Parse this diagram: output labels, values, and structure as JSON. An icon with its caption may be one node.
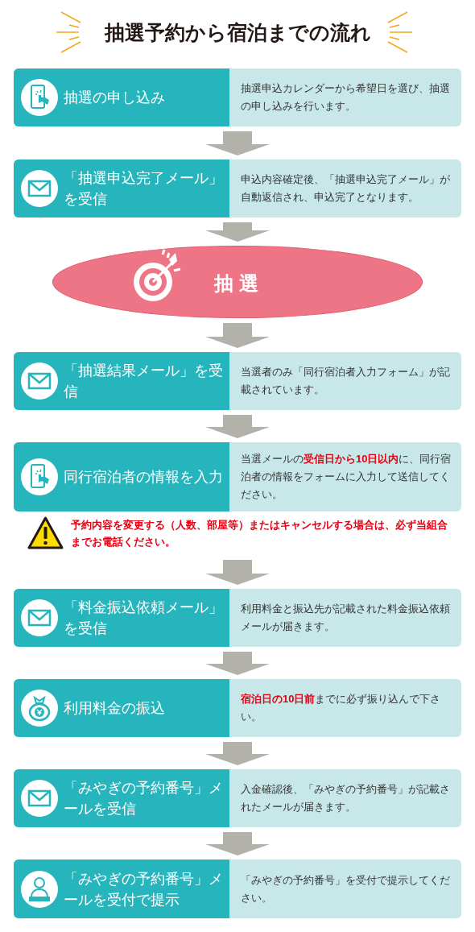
{
  "diagram": {
    "title": "抽選予約から宿泊までの流れ",
    "nodes": [
      {
        "text": [
          "抽選の申し込み",
          "抽選申込カレンダーから希望日を選び、抽選の申し込みを行います。"
        ]
      },
      {
        "text": [
          "「抽選申込完了メール」を受信",
          "申込内容確定後、「抽選申込完了メール」が自動返信され、申込完了となります。"
        ]
      },
      {
        "text": [
          "抽 選"
        ]
      },
      {
        "text": [
          "「抽選結果メール」を受信",
          "当選者のみ「同行宿泊者入力フォーム」が記載されています。"
        ]
      },
      {
        "text": [
          "同行宿泊者の情報を入力",
          "当選メールの**受信日から10日以内**に、同行宿泊者の情報をフォームに入力して送信してください。"
        ]
      },
      {
        "text": [
          "「料金振込依頼メール」を受信",
          "利用料金と振込先が記載された料金振込依頼メールが届きます。"
        ]
      },
      {
        "text": [
          "利用料金の振込",
          "**宿泊日の10日前**までに必ず振り込んで下さい。"
        ]
      },
      {
        "text": [
          "「みやぎの予約番号」メールを受信",
          "入金確認後、「みやぎの予約番号」が記載されたメールが届きます。"
        ]
      },
      {
        "text": [
          "「みやぎの予約番号」メールを受付で提示",
          "「みやぎの予約番号」を受付で提示してください。"
        ]
      }
    ],
    "edges": [
      {
        "from": 0,
        "to": 1,
        "arrow": "to"
      },
      {
        "from": 1,
        "to": 2,
        "arrow": "to"
      },
      {
        "from": 2,
        "to": 3,
        "arrow": "to"
      },
      {
        "from": 3,
        "to": 4,
        "arrow": "to"
      },
      {
        "from": 4,
        "to": 5,
        "arrow": "to"
      },
      {
        "from": 5,
        "to": 6,
        "arrow": "to"
      },
      {
        "from": 6,
        "to": 7,
        "arrow": "to"
      },
      {
        "from": 7,
        "to": 8,
        "arrow": "to"
      }
    ],
    "labels": [
      "予約内容を変更する（人数、部屋等）またはキャンセルする場合は、必ず当組合までお電話ください。"
    ]
  }
}
